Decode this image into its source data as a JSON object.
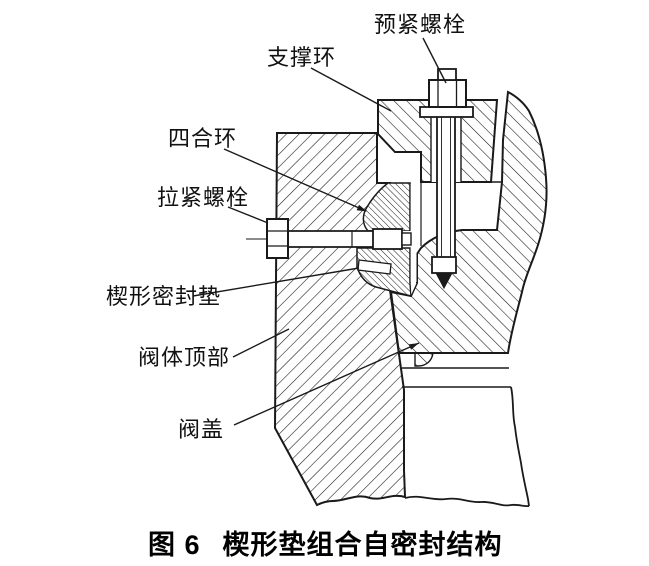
{
  "figure": {
    "kind": "valve bonnet self-sealing cross-section",
    "caption": {
      "prefix": "图 6",
      "title": "楔形垫组合自密封结构"
    },
    "labels": [
      {
        "id": "pre-tightening-bolt",
        "text": "预紧螺栓"
      },
      {
        "id": "support-ring",
        "text": "支撑环"
      },
      {
        "id": "four-piece-ring",
        "text": "四合环"
      },
      {
        "id": "tension-bolt",
        "text": "拉紧螺栓"
      },
      {
        "id": "wedge-seal-gasket",
        "text": "楔形密封垫"
      },
      {
        "id": "valve-body-top",
        "text": "阀体顶部"
      },
      {
        "id": "bonnet",
        "text": "阀盖"
      }
    ],
    "colors": {
      "ink": "#1a1a1a",
      "paper": "#ffffff"
    }
  }
}
